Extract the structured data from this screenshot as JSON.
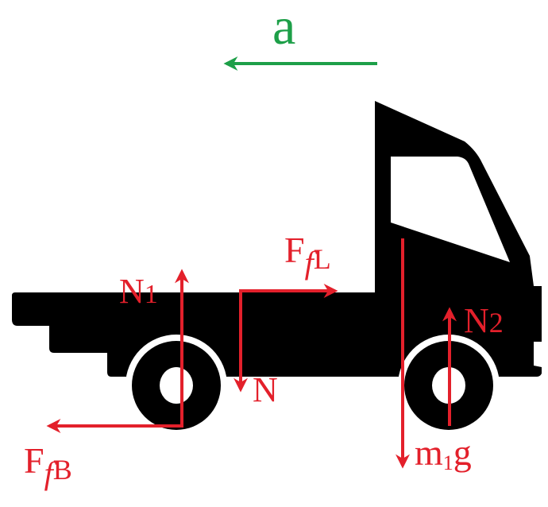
{
  "colors": {
    "force": "#e3202b",
    "acceleration": "#1d9f48",
    "vehicle": "#000000"
  },
  "labels": {
    "acceleration": "a",
    "normal_rear": {
      "main": "N",
      "sub": "1"
    },
    "normal_front": {
      "main": "N",
      "sub": "2"
    },
    "normal_load": "N",
    "friction_load": {
      "main": "F",
      "sub1": "f",
      "sub2": "L"
    },
    "friction_ground": {
      "main": "F",
      "sub1": "f",
      "sub2": "B"
    },
    "weight": {
      "main": "m",
      "sub": "1",
      "tail": "g"
    }
  }
}
